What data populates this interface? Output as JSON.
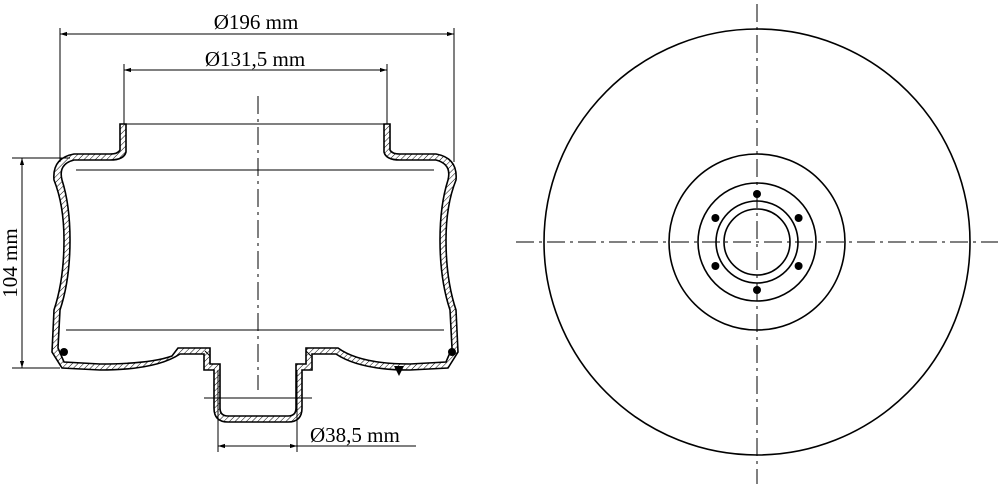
{
  "drawing": {
    "side_view": {
      "dim_outer_diameter": "Ø196 mm",
      "dim_inner_diameter": "Ø131,5 mm",
      "dim_height": "104 mm",
      "dim_bottom_diameter": "Ø38,5 mm"
    },
    "top_view": {
      "bolt_hole_count": 6
    },
    "colors": {
      "line": "#000000",
      "background": "#ffffff"
    }
  }
}
